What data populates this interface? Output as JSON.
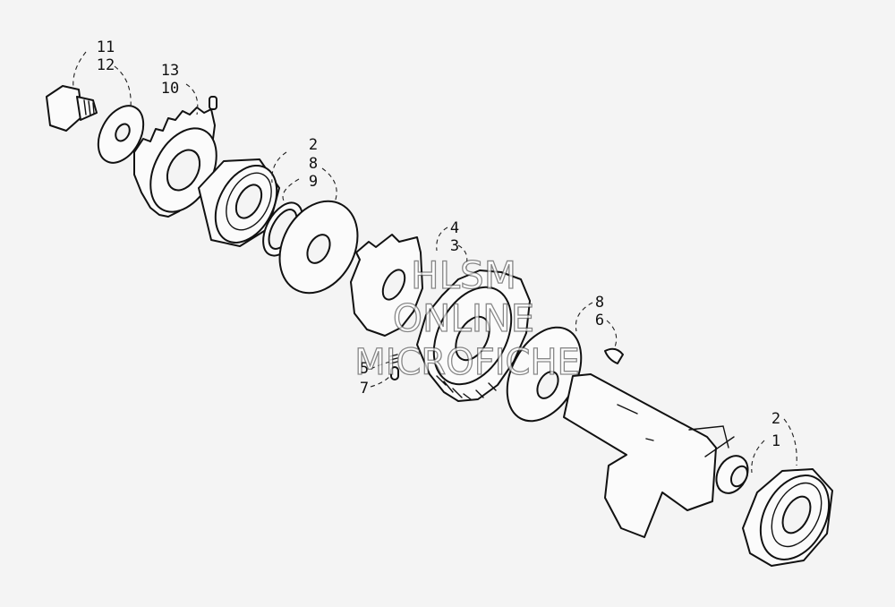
{
  "callouts": {
    "c11": "11",
    "c12": "12",
    "c13": "13",
    "c10": "10",
    "c2a": "2",
    "c8a": "8",
    "c9": "9",
    "c4": "4",
    "c3": "3",
    "c5": "5",
    "c7": "7",
    "c8b": "8",
    "c6": "6",
    "c2b": "2",
    "c1": "1"
  },
  "watermark": {
    "line1": "HLSM",
    "line2": "ONLINE",
    "line3": "MICROFICHE"
  }
}
